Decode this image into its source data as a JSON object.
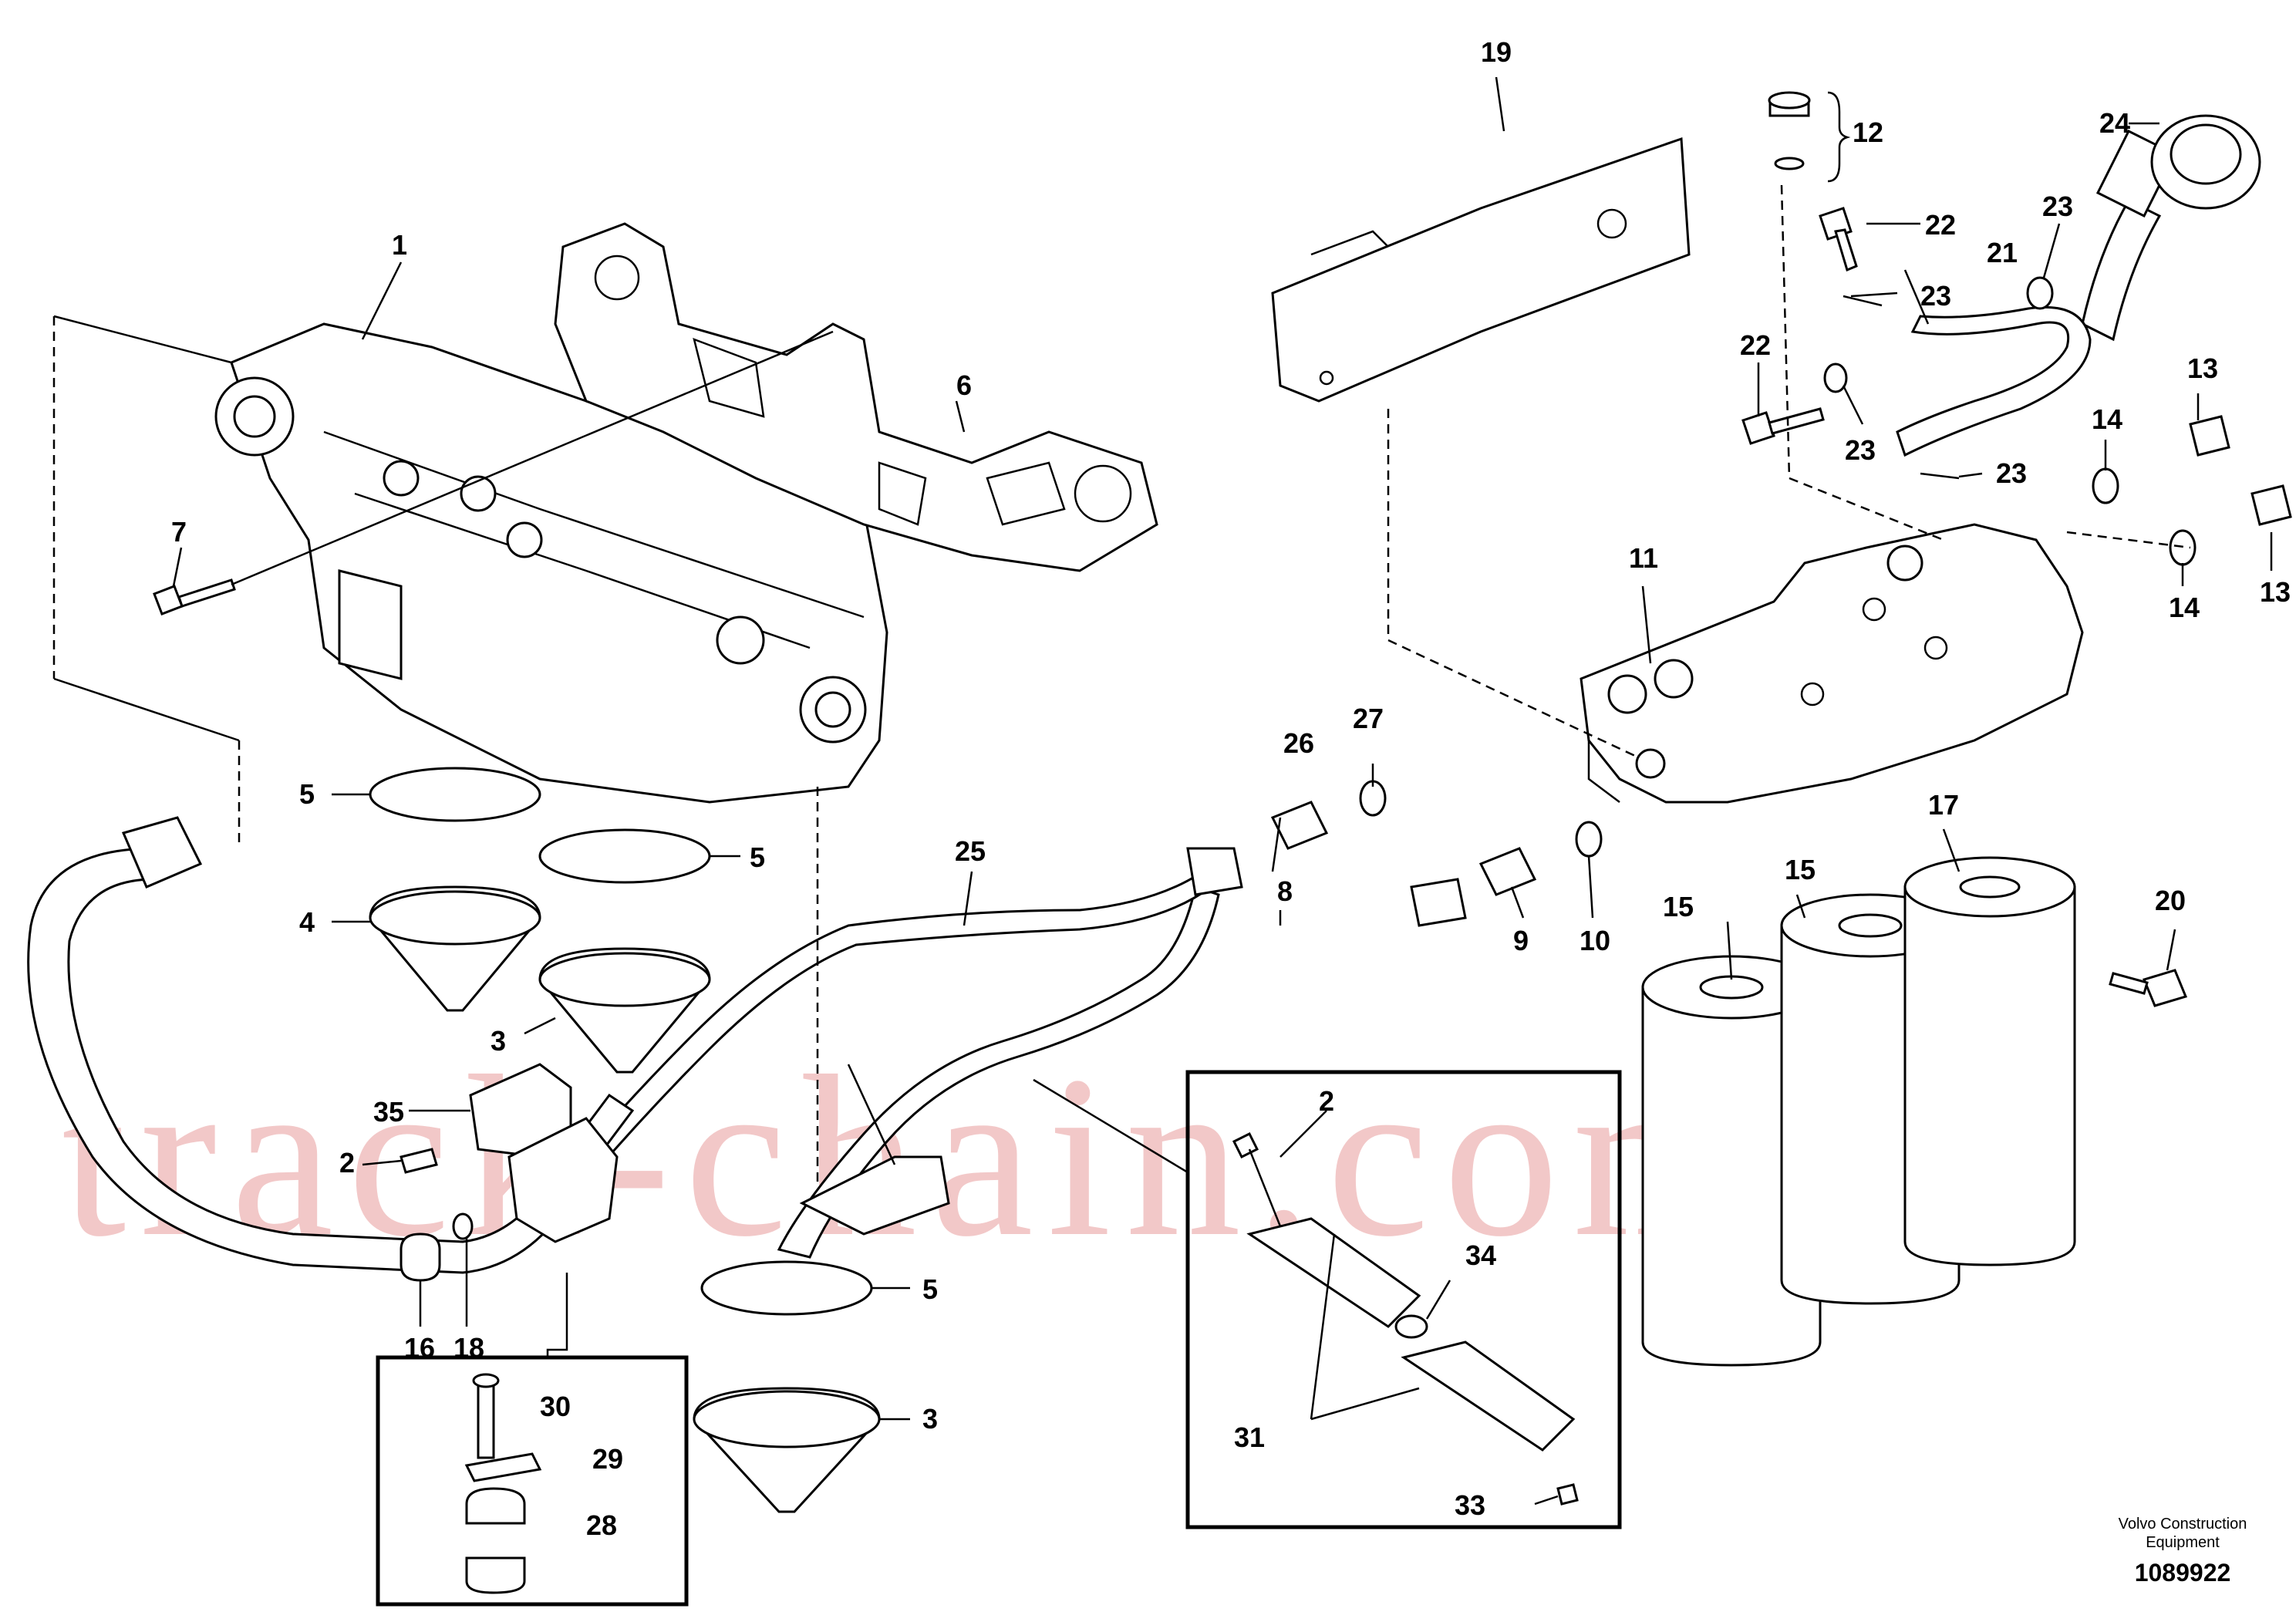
{
  "diagram": {
    "callouts": [
      {
        "id": "c1",
        "text": "1"
      },
      {
        "id": "c2a",
        "text": "2"
      },
      {
        "id": "c2b",
        "text": "2"
      },
      {
        "id": "c3a",
        "text": "3"
      },
      {
        "id": "c3b",
        "text": "3"
      },
      {
        "id": "c4",
        "text": "4"
      },
      {
        "id": "c5a",
        "text": "5"
      },
      {
        "id": "c5b",
        "text": "5"
      },
      {
        "id": "c5c",
        "text": "5"
      },
      {
        "id": "c6",
        "text": "6"
      },
      {
        "id": "c7",
        "text": "7"
      },
      {
        "id": "c8",
        "text": "8"
      },
      {
        "id": "c9",
        "text": "9"
      },
      {
        "id": "c10",
        "text": "10"
      },
      {
        "id": "c11",
        "text": "11"
      },
      {
        "id": "c12",
        "text": "12"
      },
      {
        "id": "c13a",
        "text": "13"
      },
      {
        "id": "c13b",
        "text": "13"
      },
      {
        "id": "c14a",
        "text": "14"
      },
      {
        "id": "c14b",
        "text": "14"
      },
      {
        "id": "c15a",
        "text": "15"
      },
      {
        "id": "c15b",
        "text": "15"
      },
      {
        "id": "c16",
        "text": "16"
      },
      {
        "id": "c17",
        "text": "17"
      },
      {
        "id": "c18",
        "text": "18"
      },
      {
        "id": "c19",
        "text": "19"
      },
      {
        "id": "c20",
        "text": "20"
      },
      {
        "id": "c21",
        "text": "21"
      },
      {
        "id": "c22a",
        "text": "22"
      },
      {
        "id": "c22b",
        "text": "22"
      },
      {
        "id": "c23a",
        "text": "23"
      },
      {
        "id": "c23b",
        "text": "23"
      },
      {
        "id": "c23c",
        "text": "23"
      },
      {
        "id": "c23d",
        "text": "23"
      },
      {
        "id": "c24",
        "text": "24"
      },
      {
        "id": "c25",
        "text": "25"
      },
      {
        "id": "c26",
        "text": "26"
      },
      {
        "id": "c27",
        "text": "27"
      },
      {
        "id": "c28",
        "text": "28"
      },
      {
        "id": "c29",
        "text": "29"
      },
      {
        "id": "c30",
        "text": "30"
      },
      {
        "id": "c31",
        "text": "31"
      },
      {
        "id": "c33",
        "text": "33"
      },
      {
        "id": "c34",
        "text": "34"
      },
      {
        "id": "c35",
        "text": "35"
      }
    ],
    "watermark": "track-chain.com",
    "caption_line1": "Volvo Construction",
    "caption_line2": "Equipment",
    "document_number": "1089922"
  }
}
